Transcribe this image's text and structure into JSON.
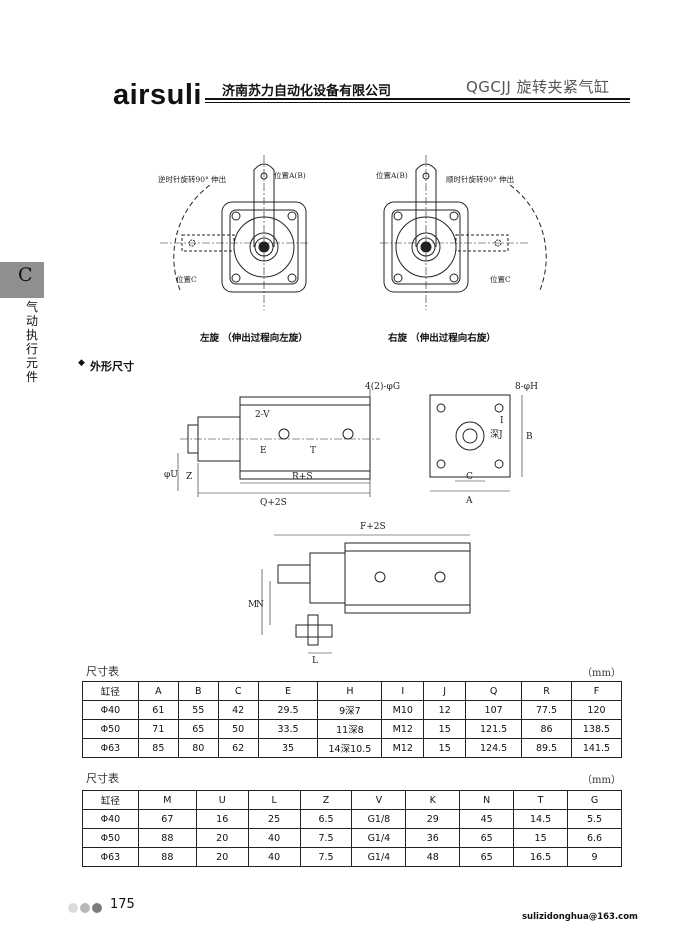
{
  "header": {
    "logo": "airsuli",
    "company": "济南苏力自动化设备有限公司",
    "product": "QGCJJ 旋转夹紧气缸"
  },
  "sidebar": {
    "letter": "C",
    "label": "气动执行元件"
  },
  "figures": {
    "left": {
      "caption": "左旋 （伸出过程向左旋）",
      "rotate_label": "逆时针旋转90° 伸出",
      "pos_ab": "位置A(B)",
      "pos_c": "位置C"
    },
    "right": {
      "caption": "右旋 （伸出过程向右旋）",
      "rotate_label": "顺时针旋转90° 伸出",
      "pos_ab": "位置A(B)",
      "pos_c": "位置C"
    }
  },
  "section_title": "外形尺寸",
  "dim_labels": {
    "holes_g": "4(2)-φG",
    "holes_h": "8-φH",
    "v": "2-V",
    "e": "E",
    "t": "T",
    "rs": "R+S",
    "q2s": "Q+2S",
    "z": "Z",
    "u": "φU",
    "i": "I",
    "depth_j": "深J",
    "b": "B",
    "c": "C",
    "a": "A",
    "f2s": "F+2S",
    "m": "M",
    "n": "N",
    "l": "L"
  },
  "table1": {
    "title": "尺寸表",
    "unit": "（mm）",
    "headers": [
      "缸径",
      "A",
      "B",
      "C",
      "E",
      "H",
      "I",
      "J",
      "Q",
      "R",
      "F"
    ],
    "rows": [
      [
        "Φ40",
        "61",
        "55",
        "42",
        "29.5",
        "9深7",
        "M10",
        "12",
        "107",
        "77.5",
        "120"
      ],
      [
        "Φ50",
        "71",
        "65",
        "50",
        "33.5",
        "11深8",
        "M12",
        "15",
        "121.5",
        "86",
        "138.5"
      ],
      [
        "Φ63",
        "85",
        "80",
        "62",
        "35",
        "14深10.5",
        "M12",
        "15",
        "124.5",
        "89.5",
        "141.5"
      ]
    ]
  },
  "table2": {
    "title": "尺寸表",
    "unit": "（mm）",
    "headers": [
      "缸径",
      "M",
      "U",
      "L",
      "Z",
      "V",
      "K",
      "N",
      "T",
      "G"
    ],
    "rows": [
      [
        "Φ40",
        "67",
        "16",
        "25",
        "6.5",
        "G1/8",
        "29",
        "45",
        "14.5",
        "5.5"
      ],
      [
        "Φ50",
        "88",
        "20",
        "40",
        "7.5",
        "G1/4",
        "36",
        "65",
        "15",
        "6.6"
      ],
      [
        "Φ63",
        "88",
        "20",
        "40",
        "7.5",
        "G1/4",
        "48",
        "65",
        "16.5",
        "9"
      ]
    ]
  },
  "footer": {
    "page": "175",
    "email": "sulizidonghua@163.com",
    "dot_colors": [
      "#dcdcdc",
      "#b8b8b8",
      "#7d7d7d"
    ]
  }
}
